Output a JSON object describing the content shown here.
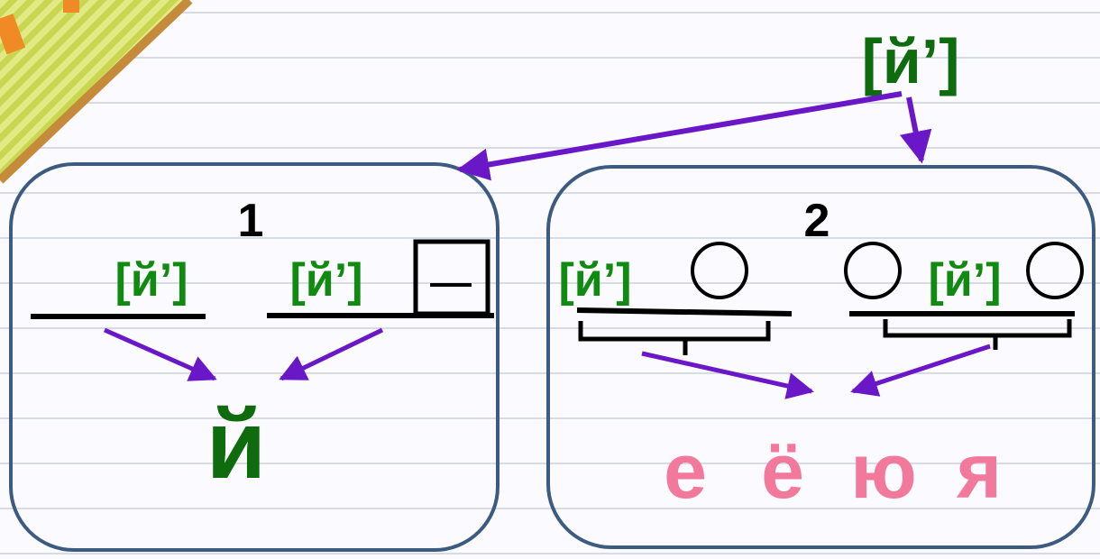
{
  "top_label": "[й’]",
  "panel1": {
    "number": "1",
    "label_left": "[й’]",
    "label_right": "[й’]",
    "result": "й"
  },
  "panel2": {
    "number": "2",
    "label_left": "[й’]",
    "label_right": "[й’]",
    "result": [
      "е",
      "ё",
      "ю",
      "я"
    ]
  },
  "colors": {
    "paper": "#fbfafe",
    "ruling": "#d6dbe6",
    "panel_border": "#3d5a80",
    "green": "#118a11",
    "dark_green": "#0e6b0e",
    "pink": "#f2799c",
    "arrow": "#6a17c8"
  }
}
